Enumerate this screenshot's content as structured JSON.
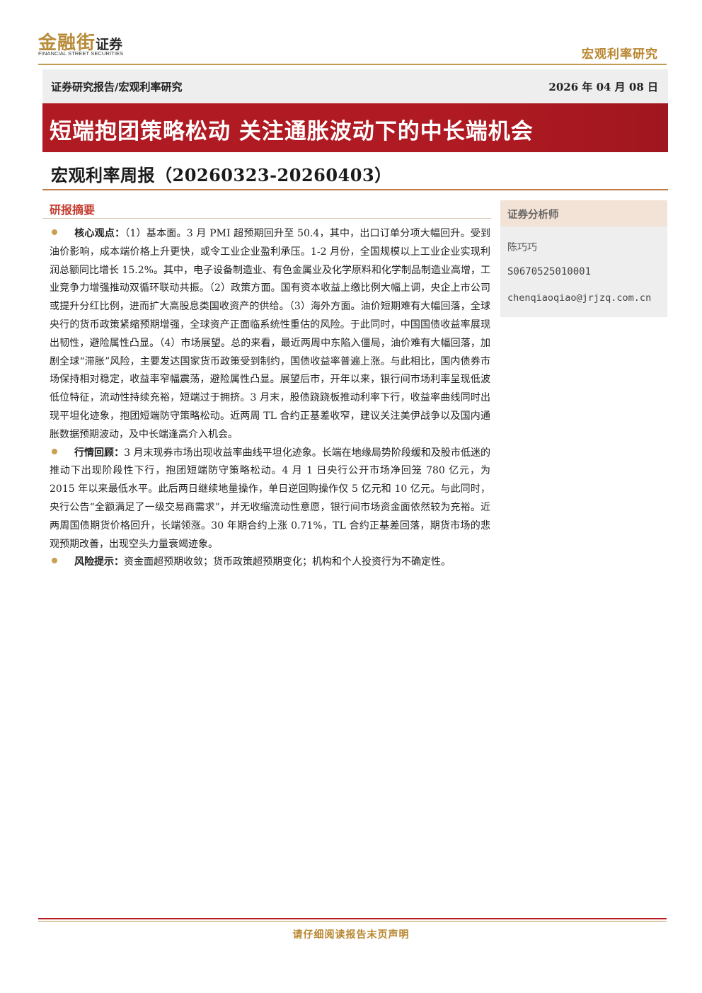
{
  "header": {
    "logo_cn": "金融街",
    "logo_securities": "证券",
    "logo_en": "FINANCIAL STREET SECURITIES",
    "category": "宏观利率研究",
    "crumb": "证券研究报告/宏观利率研究",
    "date": "2026 年 04 月 08 日"
  },
  "title": {
    "main": "短端抱团策略松动  关注通胀波动下的中长端机会",
    "sub": "宏观利率周报（20260323-20260403）"
  },
  "abstract": {
    "heading": "研报摘要",
    "items": [
      {
        "label": "核心观点：",
        "text": "（1）基本面。3 月 PMI 超预期回升至 50.4，其中，出口订单分项大幅回升。受到油价影响，成本端价格上升更快，或令工业企业盈利承压。1-2 月份，全国规模以上工业企业实现利润总额同比增长 15.2%。其中，电子设备制造业、有色金属业及化学原料和化学制品制造业高增，工业竞争力增强推动双循环联动共振。（2）政策方面。国有资本收益上缴比例大幅上调，央企上市公司或提升分红比例，进而扩大高股息类国收资产的供给。（3）海外方面。油价短期难有大幅回落，全球央行的货币政策紧缩预期增强，全球资产正面临系统性重估的风险。于此同时，中国国债收益率展现出韧性，避险属性凸显。（4）市场展望。总的来看，最近两周中东陷入僵局，油价难有大幅回落，加剧全球“滞胀”风险，主要发达国家货币政策受到制约，国债收益率普遍上涨。与此相比，国内债券市场保持相对稳定，收益率窄幅震荡，避险属性凸显。展望后市，开年以来，银行间市场利率呈现低波低位特征，流动性持续充裕，短端过于拥挤。3 月末，股债跷跷板推动利率下行，收益率曲线同时出现平坦化迹象，抱团短端防守策略松动。近两周 TL 合约正基差收窄，建议关注美伊战争以及国内通胀数据预期波动，及中长端逢高介入机会。"
      },
      {
        "label": "行情回顾：",
        "text": "3 月末现券市场出现收益率曲线平坦化迹象。长端在地缘局势阶段缓和及股市低迷的推动下出现阶段性下行，抱团短端防守策略松动。4 月 1 日央行公开市场净回笼 780 亿元，为 2015 年以来最低水平。此后两日继续地量操作，单日逆回购操作仅 5 亿元和 10 亿元。与此同时，央行公告“全额满足了一级交易商需求”，并无收缩流动性意愿，银行间市场资金面依然较为充裕。近两周国债期货价格回升，长端领涨。30 年期合约上涨 0.71%，TL 合约正基差回落，期货市场的悲观预期改善，出现空头力量衰竭迹象。"
      },
      {
        "label": "风险提示：",
        "text": "资金面超预期收敛；货币政策超预期变化；机构和个人投资行为不确定性。"
      }
    ]
  },
  "analyst": {
    "heading": "证券分析师",
    "name": "陈巧巧",
    "cert": "S0670525010001",
    "email": "chenqiaoqiao@jrjzq.com.cn"
  },
  "footer": {
    "note": "请仔细阅读报告末页声明"
  },
  "colors": {
    "brand_gold": "#b8862e",
    "title_red": "#b01a22",
    "accent_orange": "#c07a46",
    "bullet_gold": "#c9a052"
  }
}
